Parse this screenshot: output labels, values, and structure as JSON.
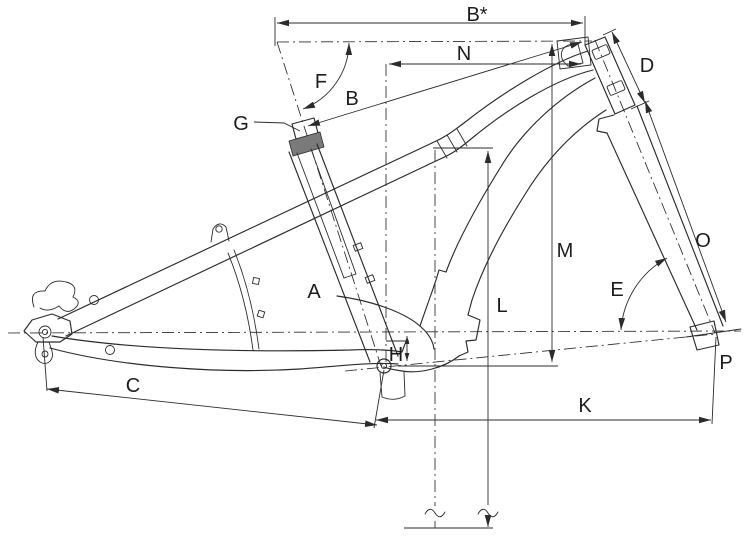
{
  "diagram_type": "bicycle-frame-geometry",
  "colors": {
    "line": "#2b2b2b",
    "background": "#ffffff",
    "seat_clamp_band": "#7a7a7a"
  },
  "dimension_labels": {
    "A": "A",
    "B": "B",
    "B_star": "B*",
    "C": "C",
    "D": "D",
    "E": "E",
    "F": "F",
    "G": "G",
    "H": "H",
    "K": "K",
    "L": "L",
    "M": "M",
    "N": "N",
    "O": "O",
    "P": "P"
  }
}
